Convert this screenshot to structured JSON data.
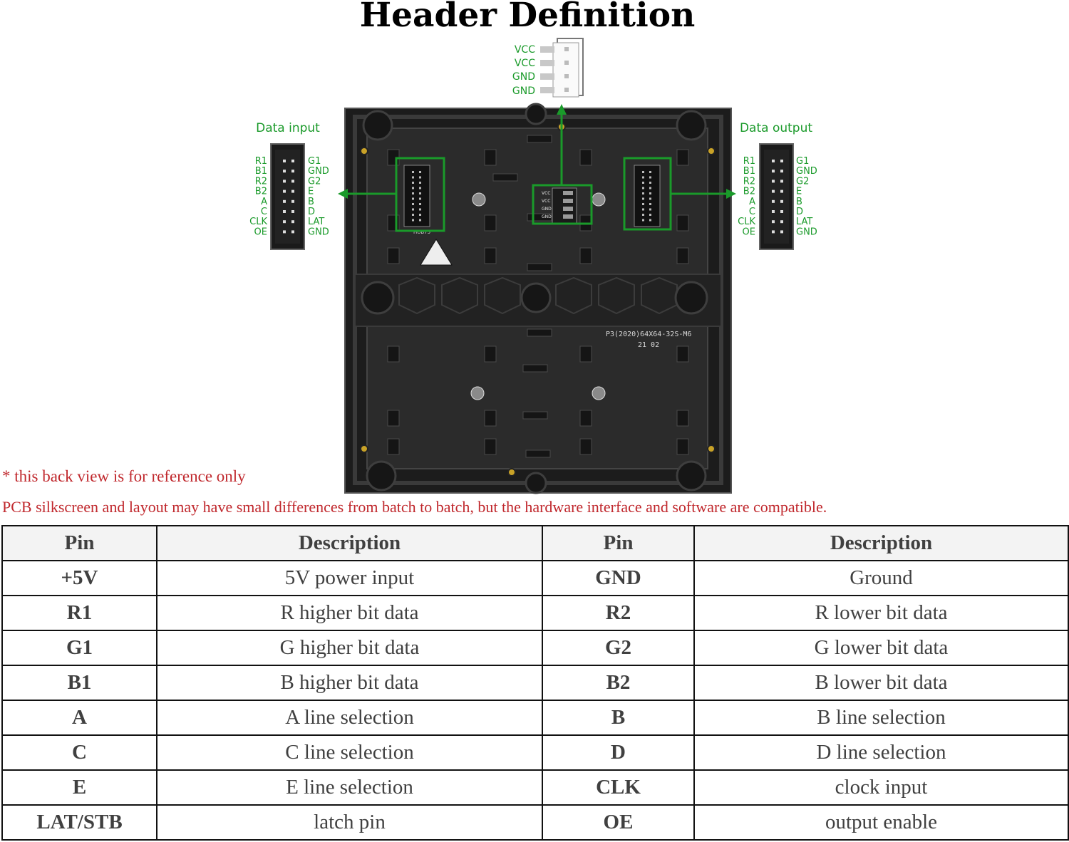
{
  "title": "Header Definition",
  "power_connector": {
    "pins": [
      "VCC",
      "VCC",
      "GND",
      "GND"
    ]
  },
  "data_input": {
    "label": "Data input",
    "left_pins": [
      "R1",
      "B1",
      "R2",
      "B2",
      "A",
      "C",
      "CLK",
      "OE"
    ],
    "right_pins": [
      "G1",
      "GND",
      "G2",
      "E",
      "B",
      "D",
      "LAT",
      "GND"
    ]
  },
  "data_output": {
    "label": "Data output",
    "left_pins": [
      "R1",
      "B1",
      "R2",
      "B2",
      "A",
      "C",
      "CLK",
      "OE"
    ],
    "right_pins": [
      "G1",
      "GND",
      "G2",
      "E",
      "B",
      "D",
      "LAT",
      "GND"
    ]
  },
  "board": {
    "model_text": "P3(2020)64X64-32S-M6",
    "date_text": "21 02",
    "hub_label": "HUB75",
    "center_pins": [
      "VCC",
      "VCC",
      "GND",
      "GND"
    ]
  },
  "notes": {
    "reference": "* this back view is for reference only",
    "batch": "PCB silkscreen and layout may have small differences from batch to batch, but the hardware interface and software are compatible."
  },
  "table": {
    "headers": [
      "Pin",
      "Description",
      "Pin",
      "Description"
    ],
    "rows": [
      [
        "+5V",
        "5V power input",
        "GND",
        "Ground"
      ],
      [
        "R1",
        "R higher bit data",
        "R2",
        "R lower bit data"
      ],
      [
        "G1",
        "G higher bit data",
        "G2",
        "G lower bit data"
      ],
      [
        "B1",
        "B higher bit data",
        "B2",
        "B lower bit data"
      ],
      [
        "A",
        "A line selection",
        "B",
        "B line selection"
      ],
      [
        "C",
        "C line selection",
        "D",
        "D line selection"
      ],
      [
        "E",
        "E line selection",
        "CLK",
        "clock input"
      ],
      [
        "LAT/STB",
        "latch pin",
        "OE",
        "output enable"
      ]
    ]
  },
  "colors": {
    "green": "#1a9a2a",
    "note_red": "#c0282d",
    "board": "#2b2b2b"
  }
}
